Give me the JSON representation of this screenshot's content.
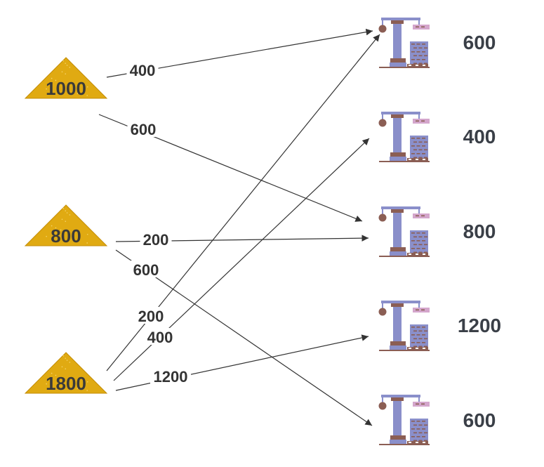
{
  "colors": {
    "pile_fill": "#e0aa12",
    "pile_edge": "#c48e08",
    "crane_blue": "#8a8fca",
    "crane_brown": "#8b5e54",
    "crane_pink": "#d4a6cc",
    "arrow": "#333333"
  },
  "icons": {
    "supply": "sand-pile-icon",
    "demand": "construction-crane-icon"
  },
  "supplies": [
    {
      "label": "1000"
    },
    {
      "label": "800"
    },
    {
      "label": "1800"
    }
  ],
  "demands": [
    {
      "label": "600"
    },
    {
      "label": "400"
    },
    {
      "label": "800"
    },
    {
      "label": "1200"
    },
    {
      "label": "600"
    }
  ],
  "flows": [
    {
      "from": 0,
      "to": 0,
      "label": "400"
    },
    {
      "from": 0,
      "to": 2,
      "label": "600"
    },
    {
      "from": 1,
      "to": 2,
      "label": "200"
    },
    {
      "from": 1,
      "to": 4,
      "label": "600"
    },
    {
      "from": 2,
      "to": 0,
      "label": "200"
    },
    {
      "from": 2,
      "to": 1,
      "label": "400"
    },
    {
      "from": 2,
      "to": 3,
      "label": "1200"
    }
  ]
}
